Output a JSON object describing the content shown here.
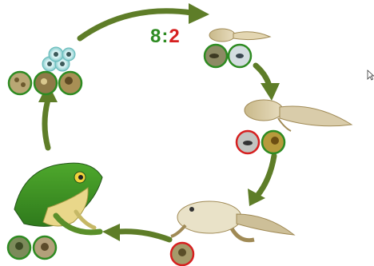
{
  "score": {
    "correct": "8",
    "separator": ":",
    "wrong": "2",
    "correct_color": "#2e8b22",
    "wrong_color": "#d62020"
  },
  "colors": {
    "arrow": "#5e7d28",
    "ring_correct": "#2e8b22",
    "ring_wrong": "#d62020"
  },
  "stages": [
    {
      "name": "eggs",
      "choices": [
        {
          "status": "correct"
        },
        {
          "status": "correct"
        },
        {
          "status": "correct"
        }
      ]
    },
    {
      "name": "tadpole",
      "choices": [
        {
          "status": "correct"
        },
        {
          "status": "correct"
        }
      ]
    },
    {
      "name": "tadpole-with-legs",
      "choices": [
        {
          "status": "wrong"
        },
        {
          "status": "correct"
        }
      ]
    },
    {
      "name": "froglet",
      "choices": [
        {
          "status": "wrong"
        }
      ]
    },
    {
      "name": "adult-frog",
      "choices": [
        {
          "status": "correct"
        },
        {
          "status": "correct"
        }
      ]
    }
  ]
}
